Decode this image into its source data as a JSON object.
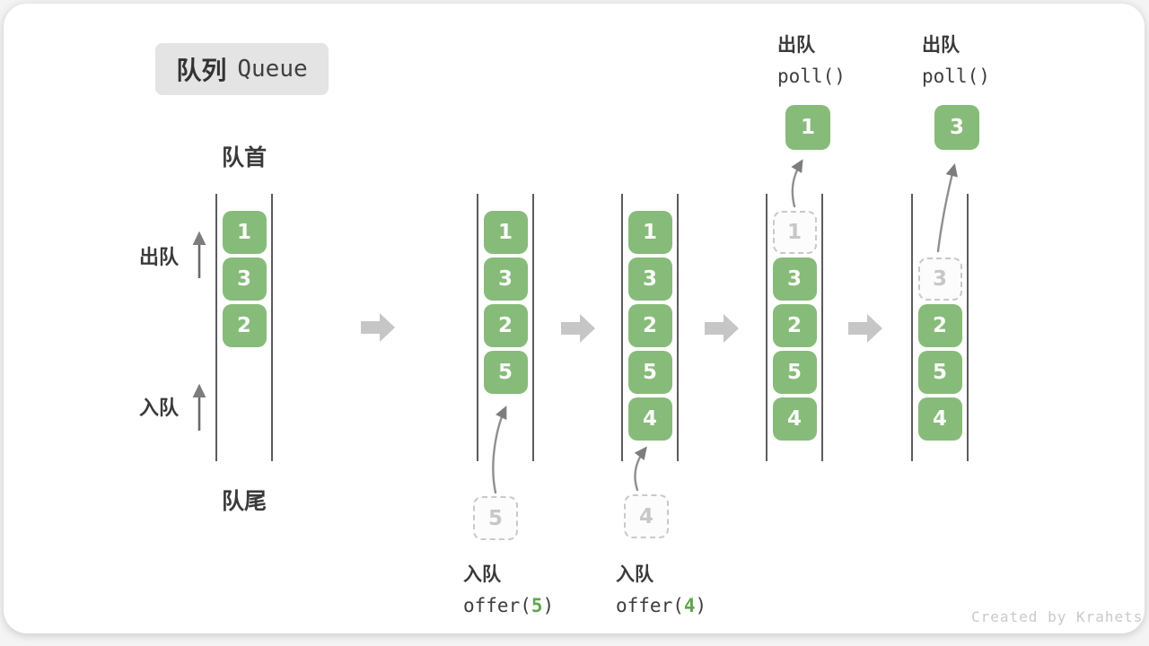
{
  "title": {
    "zh": "队列",
    "en": "Queue"
  },
  "side_labels": {
    "front": "队首",
    "rear": "队尾",
    "dequeue": "出队",
    "enqueue": "入队"
  },
  "watermark": "Created by Krahets",
  "colors": {
    "box_green": "#87bb79",
    "code_arg_green": "#5ea84d",
    "dashed_gray": "#c9c9c9",
    "block_arrow_gray": "#c6c6c6",
    "thin_arrow_gray": "#8f8f8f"
  },
  "states": [
    {
      "name": "state-initial",
      "slots": [
        {
          "type": "filled",
          "value": "1"
        },
        {
          "type": "filled",
          "value": "3"
        },
        {
          "type": "filled",
          "value": "2"
        },
        {
          "type": "empty"
        },
        {
          "type": "empty"
        }
      ]
    },
    {
      "name": "state-offer-5",
      "slots": [
        {
          "type": "filled",
          "value": "1"
        },
        {
          "type": "filled",
          "value": "3"
        },
        {
          "type": "filled",
          "value": "2"
        },
        {
          "type": "filled",
          "value": "5"
        },
        {
          "type": "empty"
        }
      ],
      "incoming": {
        "value": "5"
      },
      "caption": {
        "action": "入队",
        "code_prefix": "offer(",
        "arg": "5",
        "code_suffix": ")"
      }
    },
    {
      "name": "state-offer-4",
      "slots": [
        {
          "type": "filled",
          "value": "1"
        },
        {
          "type": "filled",
          "value": "3"
        },
        {
          "type": "filled",
          "value": "2"
        },
        {
          "type": "filled",
          "value": "5"
        },
        {
          "type": "filled",
          "value": "4"
        }
      ],
      "incoming": {
        "value": "4"
      },
      "caption": {
        "action": "入队",
        "code_prefix": "offer(",
        "arg": "4",
        "code_suffix": ")"
      }
    },
    {
      "name": "state-poll-1",
      "slots": [
        {
          "type": "dashed",
          "value": "1"
        },
        {
          "type": "filled",
          "value": "3"
        },
        {
          "type": "filled",
          "value": "2"
        },
        {
          "type": "filled",
          "value": "5"
        },
        {
          "type": "filled",
          "value": "4"
        }
      ],
      "outgoing": {
        "value": "1"
      },
      "header": {
        "action": "出队",
        "code": "poll()"
      }
    },
    {
      "name": "state-poll-3",
      "slots": [
        {
          "type": "empty"
        },
        {
          "type": "dashed",
          "value": "3"
        },
        {
          "type": "filled",
          "value": "2"
        },
        {
          "type": "filled",
          "value": "5"
        },
        {
          "type": "filled",
          "value": "4"
        }
      ],
      "outgoing": {
        "value": "3"
      },
      "header": {
        "action": "出队",
        "code": "poll()"
      }
    }
  ]
}
